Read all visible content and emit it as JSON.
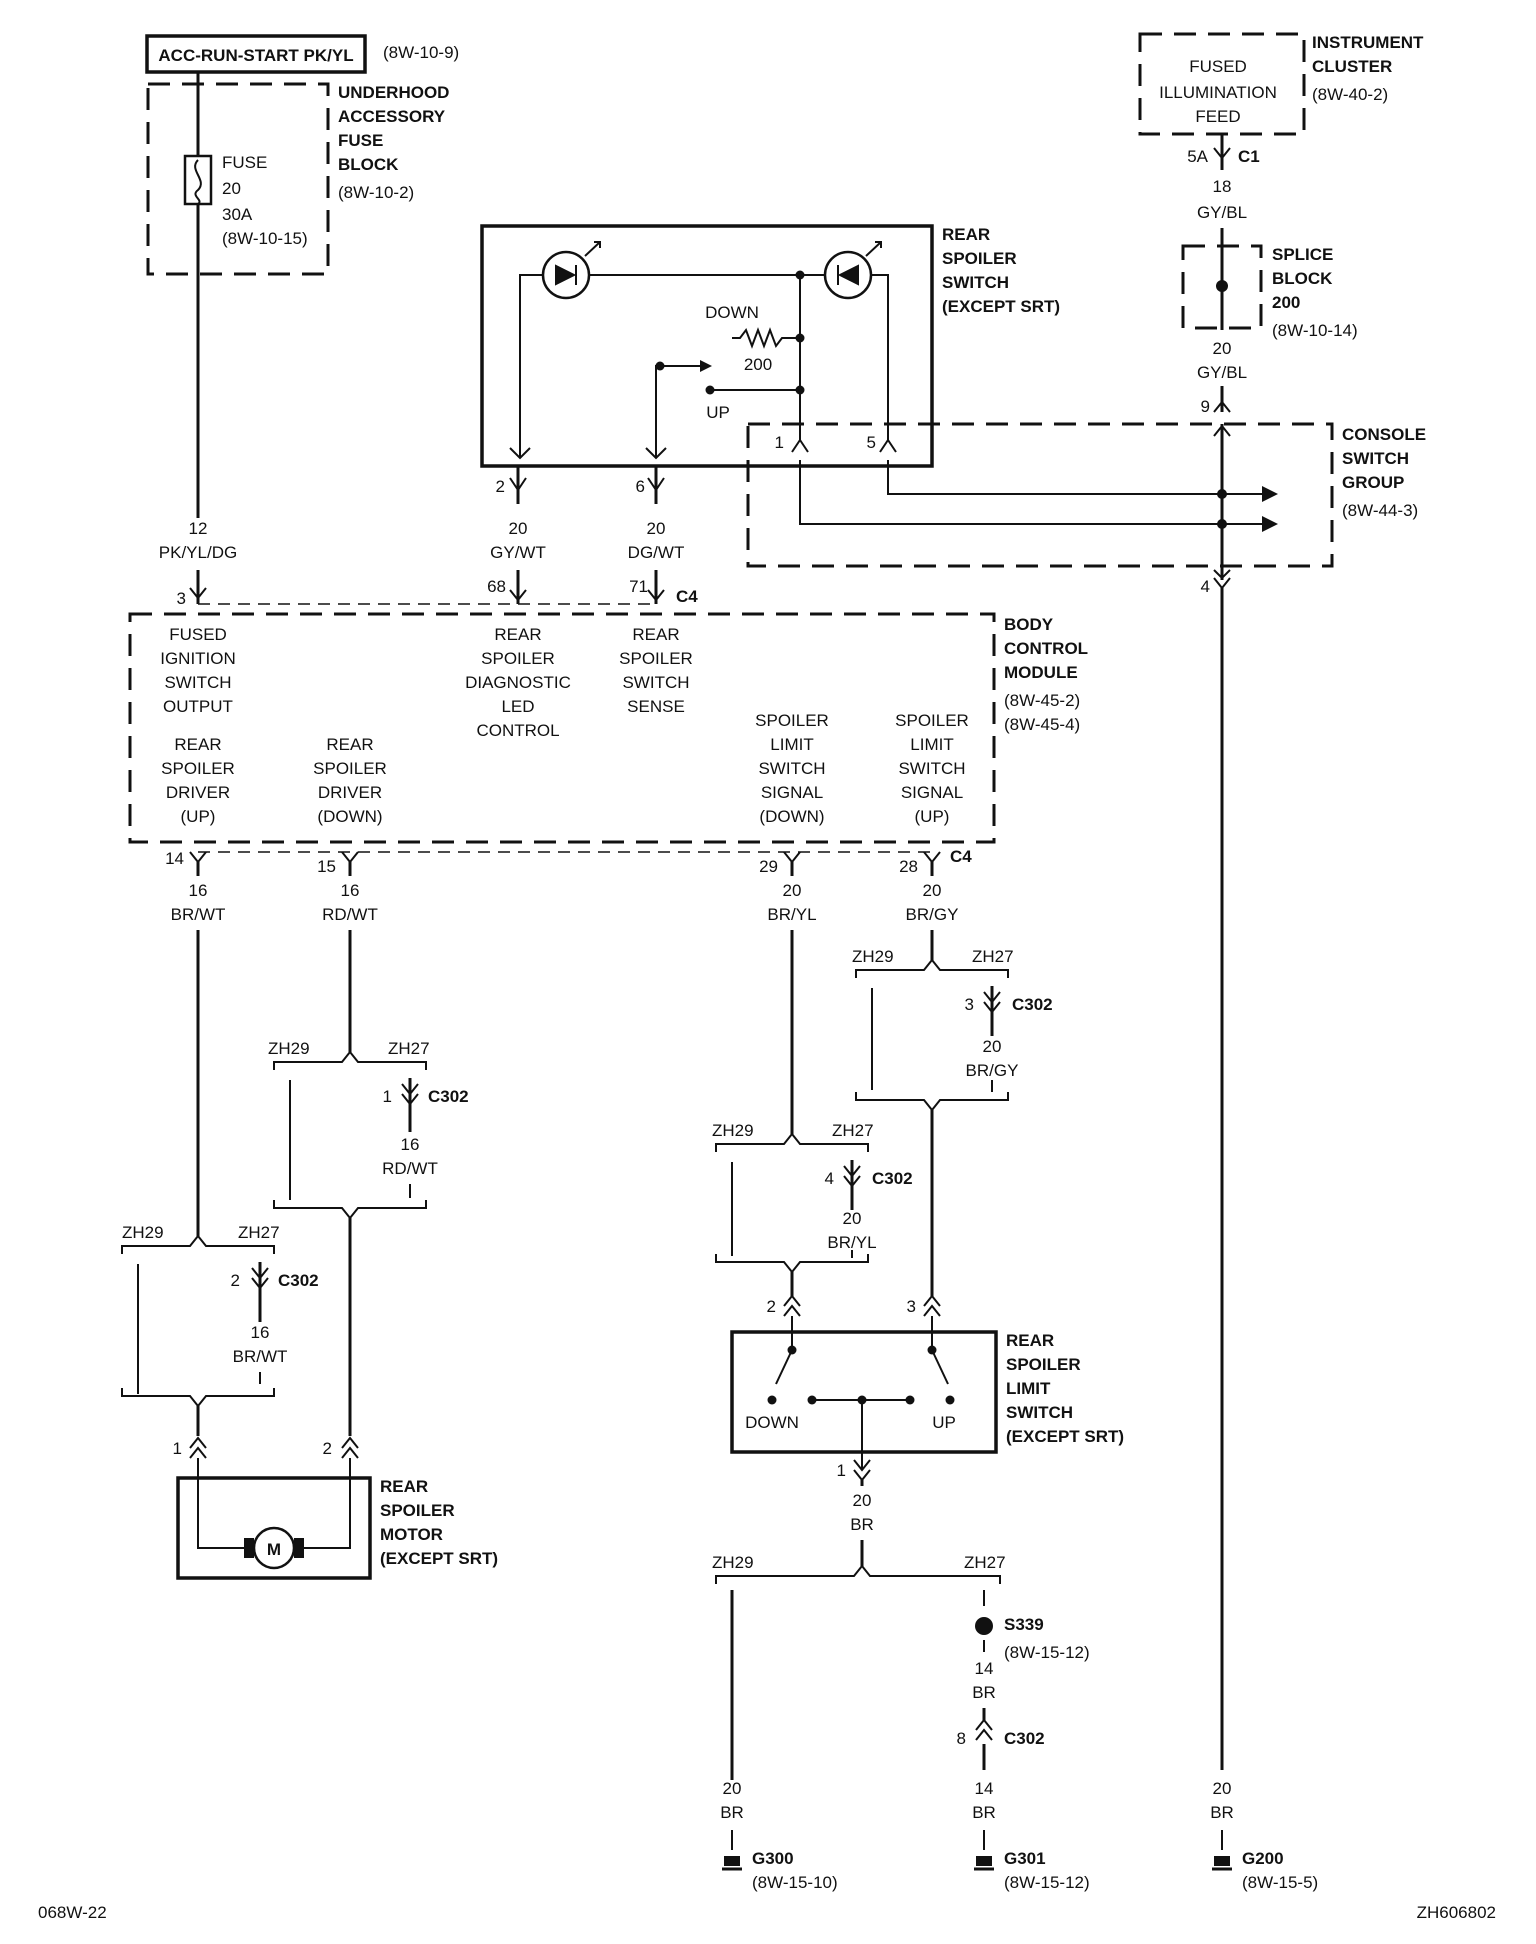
{
  "title_box": {
    "label": "ACC-RUN-START PK/YL",
    "ref": "(8W-10-9)"
  },
  "fuse_block": {
    "name": [
      "UNDERHOOD",
      "ACCESSORY",
      "FUSE",
      "BLOCK"
    ],
    "ref": "(8W-10-2)",
    "fuse": [
      "FUSE",
      "20",
      "30A",
      "(8W-10-15)"
    ]
  },
  "instrument_cluster": {
    "name": [
      "INSTRUMENT",
      "CLUSTER"
    ],
    "ref": "(8W-40-2)",
    "feed": [
      "FUSED",
      "ILLUMINATION",
      "FEED"
    ],
    "pin": "5A",
    "connector": "C1"
  },
  "splice_block": {
    "name": [
      "SPLICE",
      "BLOCK",
      "200"
    ],
    "ref": "(8W-10-14)"
  },
  "rear_spoiler_switch": {
    "name": [
      "REAR",
      "SPOILER",
      "SWITCH",
      "(EXCEPT SRT)"
    ],
    "down": "DOWN",
    "up": "UP",
    "resistor": "200",
    "pin1": "1",
    "pin5": "5"
  },
  "console_switch_group": {
    "name": [
      "CONSOLE",
      "SWITCH",
      "GROUP"
    ],
    "ref": "(8W-44-3)",
    "pin_top": "9",
    "pin_bottom": "4"
  },
  "bcm": {
    "name": [
      "BODY",
      "CONTROL",
      "MODULE"
    ],
    "refs": [
      "(8W-45-2)",
      "(8W-45-4)"
    ],
    "top_connector": "C4",
    "bottom_connector": "C4",
    "top_pins": [
      {
        "pin": "3",
        "func": [
          "FUSED",
          "IGNITION",
          "SWITCH",
          "OUTPUT"
        ]
      },
      {
        "pin": "68",
        "func": [
          "REAR",
          "SPOILER",
          "DIAGNOSTIC",
          "LED",
          "CONTROL"
        ]
      },
      {
        "pin": "71",
        "func": [
          "REAR",
          "SPOILER",
          "SWITCH",
          "SENSE"
        ]
      }
    ],
    "bottom_pins": [
      {
        "pin": "14",
        "func": [
          "REAR",
          "SPOILER",
          "DRIVER",
          "(UP)"
        ]
      },
      {
        "pin": "15",
        "func": [
          "REAR",
          "SPOILER",
          "DRIVER",
          "(DOWN)"
        ]
      },
      {
        "pin": "29",
        "func": [
          "SPOILER",
          "LIMIT",
          "SWITCH",
          "SIGNAL",
          "(DOWN)"
        ]
      },
      {
        "pin": "28",
        "func": [
          "SPOILER",
          "LIMIT",
          "SWITCH",
          "SIGNAL",
          "(UP)"
        ]
      }
    ]
  },
  "wires": {
    "w_fuse": [
      "12",
      "PK/YL/DG"
    ],
    "w_sw2": [
      "20",
      "GY/WT"
    ],
    "w_sw6": [
      "20",
      "DG/WT"
    ],
    "w_c1": [
      "18",
      "GY/BL"
    ],
    "w_splice": [
      "20",
      "GY/BL"
    ],
    "w_14": [
      "16",
      "BR/WT"
    ],
    "w_15": [
      "16",
      "RD/WT"
    ],
    "w_29": [
      "20",
      "BR/YL"
    ],
    "w_28": [
      "20",
      "BR/GY"
    ],
    "w_c302_1": [
      "16",
      "RD/WT"
    ],
    "w_c302_2": [
      "16",
      "BR/WT"
    ],
    "w_c302_3": [
      "20",
      "BR/GY"
    ],
    "w_c302_4": [
      "20",
      "BR/YL"
    ],
    "w_limit_out": [
      "20",
      "BR"
    ],
    "w_g300": [
      "20",
      "BR"
    ],
    "w_s339": [
      "14",
      "BR"
    ],
    "w_g301": [
      "14",
      "BR"
    ],
    "w_g200": [
      "20",
      "BR"
    ]
  },
  "pins": {
    "sw2": "2",
    "sw6": "6",
    "c302_1": "1",
    "c302_2": "2",
    "c302_3": "3",
    "c302_4": "4",
    "c302_8": "8",
    "motor_1": "1",
    "motor_2": "2",
    "limit_2": "2",
    "limit_3": "3",
    "limit_1": "1"
  },
  "c302": "C302",
  "options": {
    "zh29": "ZH29",
    "zh27": "ZH27"
  },
  "rear_spoiler_motor": {
    "name": [
      "REAR",
      "SPOILER",
      "MOTOR",
      "(EXCEPT SRT)"
    ],
    "symbol": "M"
  },
  "rear_spoiler_limit_switch": {
    "name": [
      "REAR",
      "SPOILER",
      "LIMIT",
      "SWITCH",
      "(EXCEPT SRT)"
    ],
    "down": "DOWN",
    "up": "UP"
  },
  "splice_s339": {
    "name": "S339",
    "ref": "(8W-15-12)"
  },
  "grounds": [
    {
      "name": "G300",
      "ref": "(8W-15-10)"
    },
    {
      "name": "G301",
      "ref": "(8W-15-12)"
    },
    {
      "name": "G200",
      "ref": "(8W-15-5)"
    }
  ],
  "footer": {
    "left": "068W-22",
    "right": "ZH606802"
  }
}
